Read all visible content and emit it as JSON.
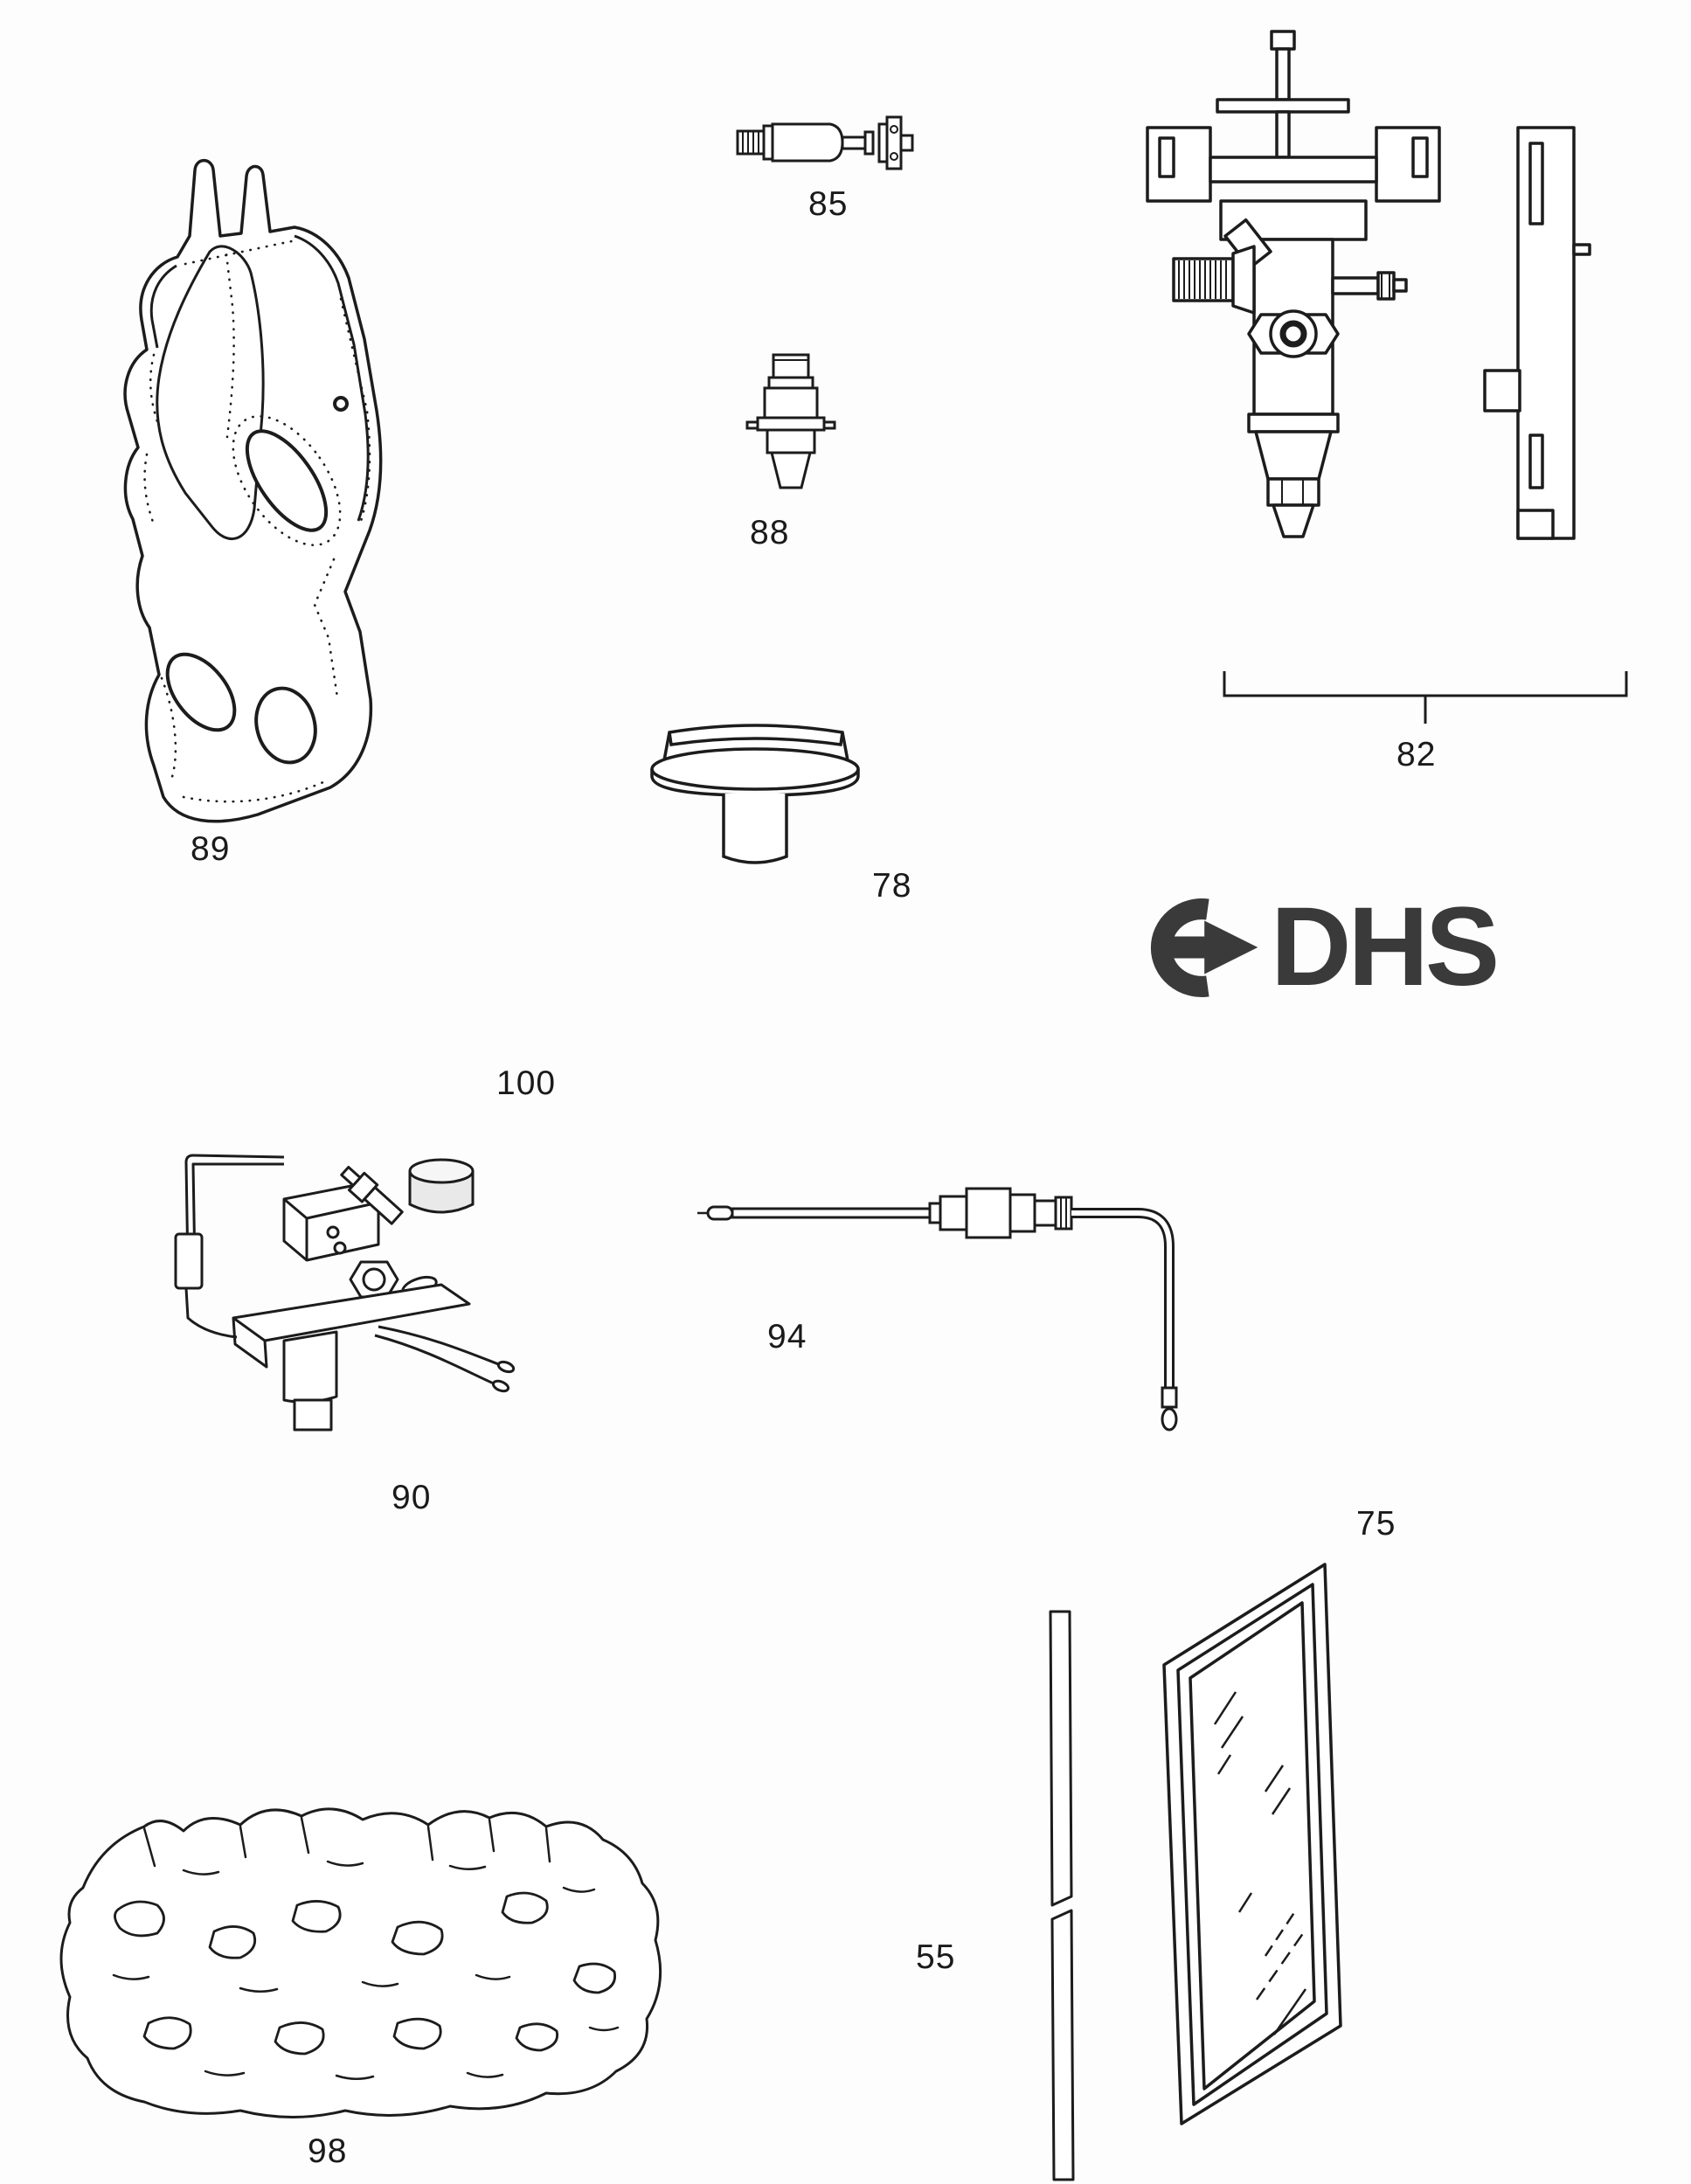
{
  "page": {
    "background": "#fdfdfd",
    "ink": "#1c1c1c"
  },
  "logo": {
    "text": "DHS",
    "color": "#3a3a3a"
  },
  "parts": {
    "p55": {
      "label": "55"
    },
    "p75": {
      "label": "75"
    },
    "p78": {
      "label": "78"
    },
    "p82": {
      "label": "82"
    },
    "p85": {
      "label": "85"
    },
    "p88": {
      "label": "88"
    },
    "p89": {
      "label": "89"
    },
    "p90": {
      "label": "90"
    },
    "p94": {
      "label": "94"
    },
    "p98": {
      "label": "98"
    },
    "p100": {
      "label": "100"
    }
  }
}
